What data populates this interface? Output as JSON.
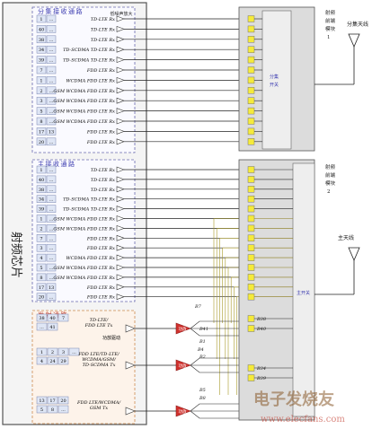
{
  "chip": {
    "label": "射频芯片"
  },
  "diversity": {
    "title": "分集接收通路",
    "rows": [
      {
        "b1": "1",
        "b2": "...",
        "label": "TD-LTE Rx"
      },
      {
        "b1": "40",
        "b2": "...",
        "label": "TD-LTE Rx"
      },
      {
        "b1": "38",
        "b2": "...",
        "label": "TD-LTE Rx"
      },
      {
        "b1": "34",
        "b2": "...",
        "label": "TD-SCDMA TD-LTE Rx"
      },
      {
        "b1": "39",
        "b2": "...",
        "label": "TD-SCDMA TD-LTE Rx"
      },
      {
        "b1": "7",
        "b2": "...",
        "label": "FDD LTE Rx"
      },
      {
        "b1": "1",
        "b2": "...",
        "label": "WCDMA FDD LTE Rx"
      },
      {
        "b1": "2",
        "b2": "...",
        "label": "GSM WCDMA FDD LTE Rx"
      },
      {
        "b1": "3",
        "b2": "...",
        "label": "GSM WCDMA FDD LTE Rx"
      },
      {
        "b1": "5",
        "b2": "...",
        "label": "GSM WCDMA FDD LTE Rx"
      },
      {
        "b1": "8",
        "b2": "...",
        "label": "GSM WCDMA FDD LTE Rx"
      },
      {
        "b1": "17",
        "b2": "13",
        "label": "FDD LTE Rx"
      },
      {
        "b1": "20",
        "b2": "...",
        "label": "FDD LTE Rx"
      }
    ],
    "lna_label": "低噪声放大"
  },
  "primary": {
    "title": "主接收通路",
    "rows": [
      {
        "b1": "1",
        "b2": "...",
        "label": "TD-LTE Rx"
      },
      {
        "b1": "40",
        "b2": "...",
        "label": "TD-LTE Rx"
      },
      {
        "b1": "38",
        "b2": "...",
        "label": "TD-LTE Rx"
      },
      {
        "b1": "34",
        "b2": "...",
        "label": "TD-SCDMA TD-LTE Rx"
      },
      {
        "b1": "39",
        "b2": "...",
        "label": "TD-SCDMA TD-LTE Rx"
      },
      {
        "b1": "1",
        "b2": "...",
        "label": "GSM WCDMA FDD LTE Rx"
      },
      {
        "b1": "2",
        "b2": "...",
        "label": "GSM WCDMA FDD LTE Rx"
      },
      {
        "b1": "7",
        "b2": "...",
        "label": "FDD LTE Rx"
      },
      {
        "b1": "3",
        "b2": "...",
        "label": "FDD LTE Rx"
      },
      {
        "b1": "4",
        "b2": "...",
        "label": "WCDMA FDD LTE Rx"
      },
      {
        "b1": "5",
        "b2": "...",
        "label": "GSM WCDMA FDD LTE Rx"
      },
      {
        "b1": "8",
        "b2": "...",
        "label": "GSM WCDMA FDD LTE Rx"
      },
      {
        "b1": "17",
        "b2": "13",
        "label": "FDD LTE Rx"
      },
      {
        "b1": "20",
        "b2": "...",
        "label": "FDD LTE Rx"
      }
    ]
  },
  "tx": {
    "title": "发射通路",
    "groups": [
      {
        "bands": [
          "38",
          "40",
          "7",
          "...",
          "41"
        ],
        "label_lines": [
          "TD-LTE/",
          "FDD LTE Tx"
        ],
        "driver": "功放驱动",
        "pa": "功放"
      },
      {
        "bands": [
          "1",
          "2",
          "3",
          "...",
          "4",
          "24",
          "29"
        ],
        "label_lines": [
          "FDD LTE/TD-LTE/",
          "WCDMA/GSM/",
          "TD-SCDMA Tx"
        ],
        "pa": "功放"
      },
      {
        "bands": [
          "13",
          "17",
          "20",
          "5",
          "8",
          "..."
        ],
        "label_lines": [
          "FDD LTE/WCDMA/",
          "GSM Tx"
        ],
        "pa": "功放"
      }
    ]
  },
  "module1": {
    "lines": [
      "射频",
      "前端",
      "模块",
      "1"
    ],
    "switch": [
      "分集",
      "开关"
    ]
  },
  "module2": {
    "lines": [
      "射频",
      "前端",
      "模块",
      "2"
    ],
    "switch": "主开关"
  },
  "antennas": {
    "diversity": "分集天线",
    "main": "主天线"
  },
  "tx_band_labels": [
    "B7",
    "B41",
    "B1",
    "B4",
    "B2",
    "B5",
    "B8"
  ],
  "filter_labels": [
    "B38",
    "B40",
    "B34",
    "B39"
  ],
  "watermark": {
    "line1": "电子发烧友",
    "line2": "www.elecfans.com"
  }
}
